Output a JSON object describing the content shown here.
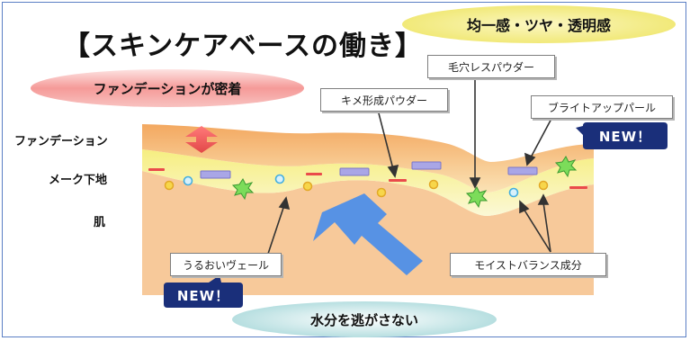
{
  "title": "【スキンケアベースの働き】",
  "ovals": {
    "top_right": "均一感・ツヤ・透明感",
    "foundation_fit": "ファンデーションが密着",
    "bottom": "水分を逃がさない"
  },
  "side_labels": {
    "foundation": "ファンデーション",
    "makeup_base": "メーク下地",
    "skin": "肌"
  },
  "callouts": {
    "pore_powder": "毛穴レスパウダー",
    "texture_powder": "キメ形成パウダー",
    "bright_pearl": "ブライトアップパール",
    "moist_veil": "うるおいヴェール",
    "moist_balance": "モイストバランス成分"
  },
  "badges": {
    "new_top": "NEW！",
    "new_bottom": "NEW！"
  },
  "colors": {
    "skin": "#f7c99a",
    "foundation_top": "#f6b97a",
    "base_layer": "#f7f3a6",
    "oval_pink": "#f59a98",
    "oval_yellow": "#f5ef8a",
    "oval_blue": "#b9e2e3",
    "arrow_blue": "#4e8fe8",
    "badge_navy": "#1a2f7a",
    "red_arrow": "#ef5a5a"
  }
}
